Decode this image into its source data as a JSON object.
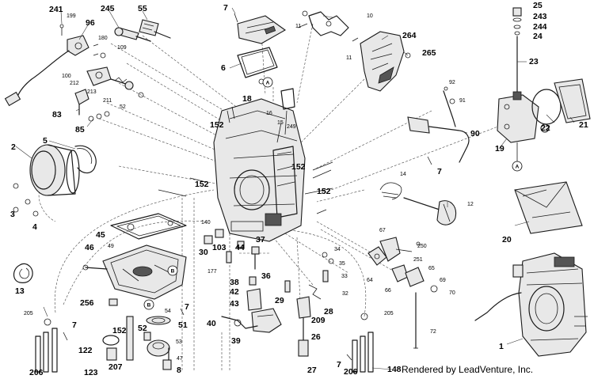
{
  "credit": "Rendered by LeadVenture, Inc.",
  "callouts": {
    "c241": "241",
    "c199": "199",
    "c96": "96",
    "c245": "245",
    "c55": "55",
    "c180": "180",
    "c109": "109",
    "c7a": "7",
    "c10": "10",
    "c11a": "11",
    "c11b": "11",
    "c264": "264",
    "c265": "265",
    "c25": "25",
    "c243": "243",
    "c244": "244",
    "c24": "24",
    "c23": "23",
    "c100": "100",
    "c212": "212",
    "c213": "213",
    "c211": "211",
    "c52a": "52",
    "c83": "83",
    "c85": "85",
    "c6": "6",
    "c18": "18",
    "c16": "16",
    "c15": "15",
    "c249": "249",
    "c92": "92",
    "c91": "91",
    "c90": "90",
    "c7b": "7",
    "c22": "22",
    "c21": "21",
    "c19": "19",
    "c2": "2",
    "c5": "5",
    "c152a": "152",
    "c152b": "152",
    "c152c": "152",
    "c152d": "152",
    "c14": "14",
    "c12": "12",
    "c20": "20",
    "c3": "3",
    "c4": "4",
    "c45": "45",
    "c49": "49",
    "c140": "140",
    "c30": "30",
    "c103": "103",
    "c44": "44",
    "c37": "37",
    "c177": "177",
    "c67": "67",
    "c250": "250",
    "c251": "251",
    "c34": "34",
    "c35": "35",
    "c33": "33",
    "c64": "64",
    "c66": "66",
    "c65": "65",
    "c69": "69",
    "c70": "70",
    "c46": "46",
    "c13": "13",
    "c38": "38",
    "c42": "42",
    "c43": "43",
    "c36": "36",
    "c29": "29",
    "c32": "32",
    "c28": "28",
    "c209": "209",
    "c256": "256",
    "c54": "54",
    "c7c": "7",
    "c205a": "205",
    "c205b": "205",
    "c7d": "7",
    "c40": "40",
    "c39": "39",
    "c26": "26",
    "c72": "72",
    "c51": "51",
    "c52b": "52",
    "c53": "53",
    "c122": "122",
    "c47": "47",
    "c152e": "152",
    "c206a": "206",
    "c123": "123",
    "c207": "207",
    "c8": "8",
    "c27": "27",
    "c7e": "7",
    "c206b": "206",
    "c148": "148",
    "c1": "1"
  },
  "refs": {
    "refA1": "A",
    "refA2": "A",
    "refB1": "B",
    "refB2": "B"
  },
  "colors": {
    "line": "#1a1a1a",
    "background": "#ffffff"
  }
}
